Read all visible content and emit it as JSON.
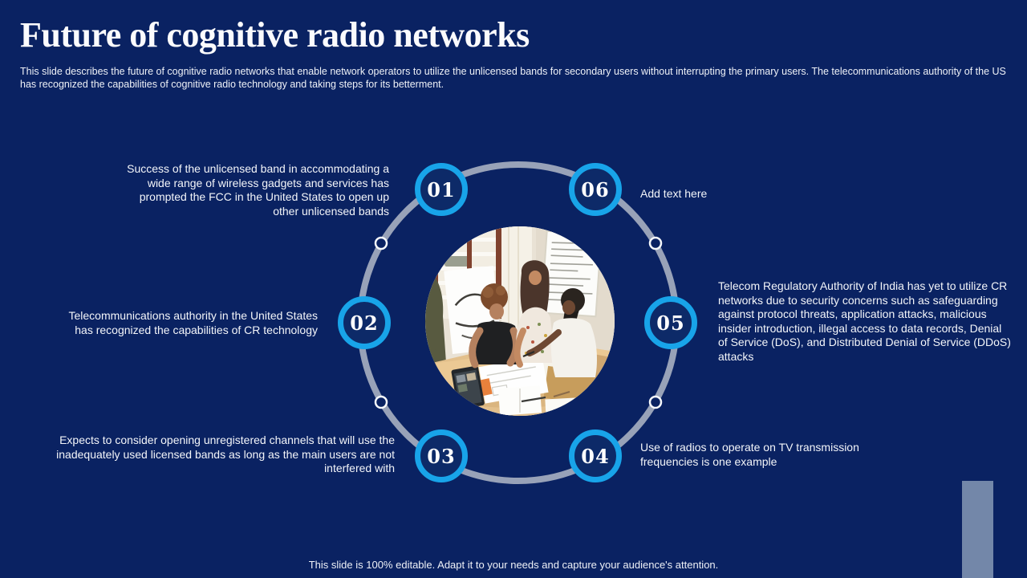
{
  "slide": {
    "title": "Future of cognitive radio networks",
    "description": "This slide describes the future of cognitive radio networks that enable network operators to utilize the unlicensed bands for secondary users without interrupting the primary users. The telecommunications authority of the US has recognized the capabilities of cognitive radio technology and taking steps for its betterment.",
    "footer": "This slide is 100% editable. Adapt it to your needs and capture your audience's attention."
  },
  "diagram": {
    "center_image": "team-collaboration-photo",
    "nodes": [
      {
        "number": "01",
        "text": "Success of the unlicensed band in accommodating a wide range of wireless gadgets and services has prompted the FCC in the United States to open up other unlicensed bands"
      },
      {
        "number": "02",
        "text": "Telecommunications authority in the United States has recognized the capabilities of CR technology"
      },
      {
        "number": "03",
        "text": "Expects to consider opening unregistered channels that will use the inadequately used licensed bands as long as the main users are not interfered with"
      },
      {
        "number": "04",
        "text": "Use of radios to operate on TV transmission frequencies is one example"
      },
      {
        "number": "05",
        "text": "Telecom Regulatory Authority of India has yet to utilize CR networks due to security concerns such as safeguarding against protocol threats, application attacks, malicious insider introduction, illegal access to data records, Denial of Service (DoS), and Distributed Denial of Service (DDoS) attacks"
      },
      {
        "number": "06",
        "text": "Add text here"
      }
    ]
  },
  "colors": {
    "background": "#0a2262",
    "accent_blue": "#18a4e9",
    "ring_gray": "#98a2b8",
    "node_fill": "#0d2a68",
    "side_bar": "#7387a9",
    "text": "#f3f5f9"
  }
}
